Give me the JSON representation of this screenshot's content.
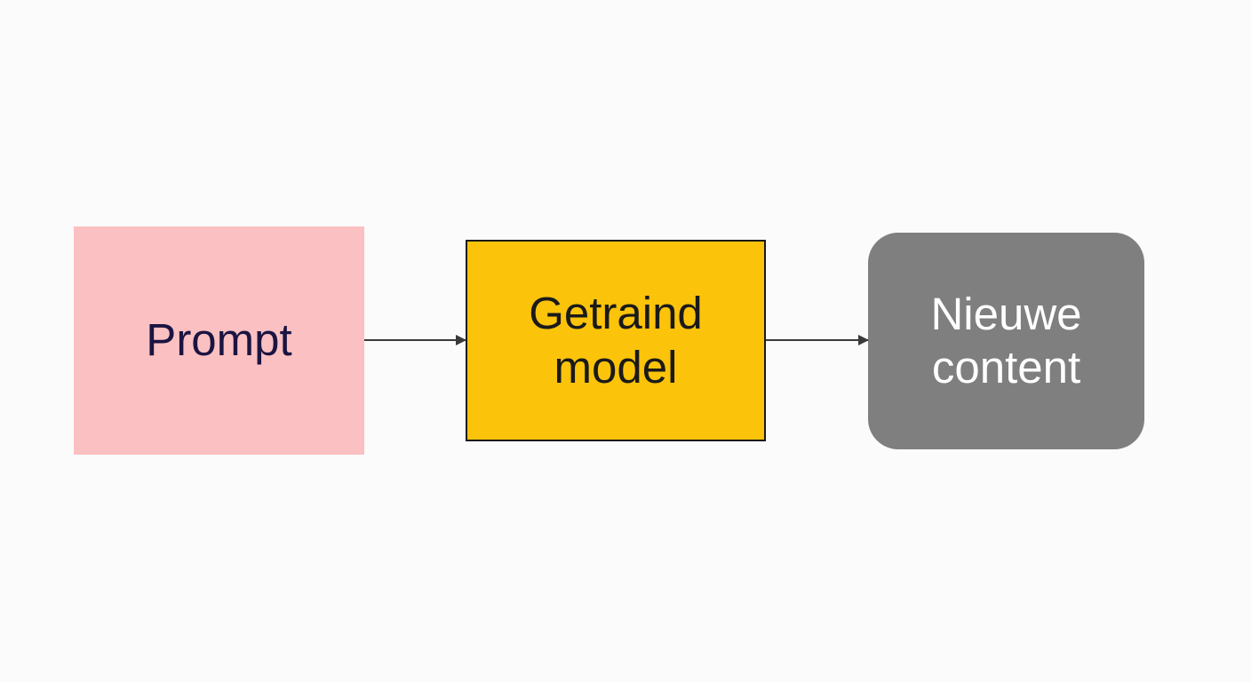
{
  "diagram": {
    "nodes": [
      {
        "id": "prompt",
        "label": "Prompt",
        "fill": "#fbc0c1",
        "text_color": "#1a1442"
      },
      {
        "id": "model",
        "label": "Getraind\nmodel",
        "fill": "#fbc30a",
        "text_color": "#1a1a1a"
      },
      {
        "id": "output",
        "label": "Nieuwe\ncontent",
        "fill": "#7f7f7f",
        "text_color": "#ffffff"
      }
    ],
    "edges": [
      {
        "from": "prompt",
        "to": "model"
      },
      {
        "from": "model",
        "to": "output"
      }
    ],
    "edge_color": "#3a3a3a",
    "background": "#fbfbfb"
  }
}
